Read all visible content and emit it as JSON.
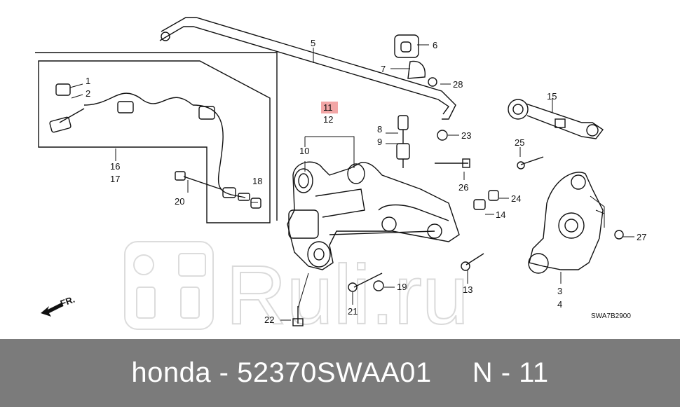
{
  "diagram": {
    "part_numbers": [
      "1",
      "2",
      "3",
      "4",
      "5",
      "6",
      "7",
      "8",
      "9",
      "10",
      "11",
      "12",
      "13",
      "14",
      "15",
      "16",
      "17",
      "18",
      "19",
      "20",
      "21",
      "22",
      "23",
      "24",
      "25",
      "26",
      "27",
      "28"
    ],
    "highlighted_part": "11",
    "direction_label": "FR.",
    "diagram_code": "SWA7B2900",
    "watermark": "Ruli.ru"
  },
  "footer": {
    "text": "honda - 52370SWAA01     N - 11"
  },
  "colors": {
    "highlight": "#f2a6a6",
    "footer_bg": "#7b7b7b",
    "line": "#111111"
  }
}
